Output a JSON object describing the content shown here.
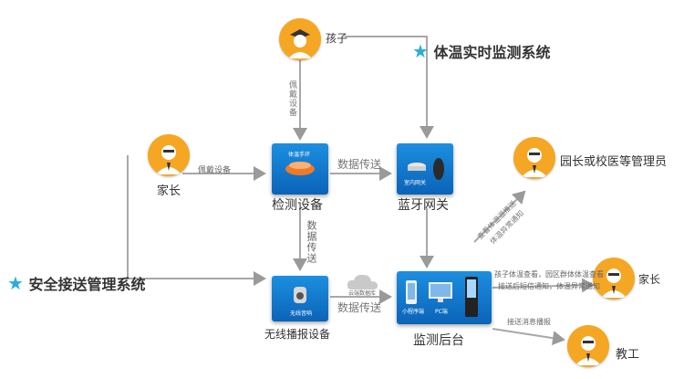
{
  "titles": {
    "body_temp": "体温实时监测系统",
    "safe_pickup": "安全接送管理系统"
  },
  "nodes": {
    "child": "孩子",
    "parent_left": "家长",
    "manager": "园长或校医等管理员",
    "parent_right": "家长",
    "teacher": "教工",
    "detect_device": "检测设备",
    "bt_gateway": "蓝牙网关",
    "wireless_device": "无线播报设备",
    "backend": "监测后台"
  },
  "inner_labels": {
    "wristband": "体温手环",
    "gateway": "室内网关",
    "speaker": "无线音响",
    "miniapp": "小程序端",
    "pc": "PC端",
    "cloud": "云端数据库"
  },
  "edges": {
    "wear_device_v": "佩戴设备",
    "wear_device_h": "佩戴设备",
    "data_transfer_top": "数据传送",
    "data_transfer_v": "数据传送",
    "data_transfer_bottom": "数据传送",
    "mgr_line1": "查看体温温推送",
    "mgr_line2": "体温异常通知",
    "right_line1": "孩子体温查看，园区群体体温查看",
    "right_line2": "接送后短信通知，体温异常通知",
    "teacher_line": "接送消息播报"
  },
  "colors": {
    "accent_orange": "#f5a623",
    "box_blue": "#0b63b8",
    "star_blue": "#2aaed8",
    "line_gray": "#9a9a9a"
  }
}
